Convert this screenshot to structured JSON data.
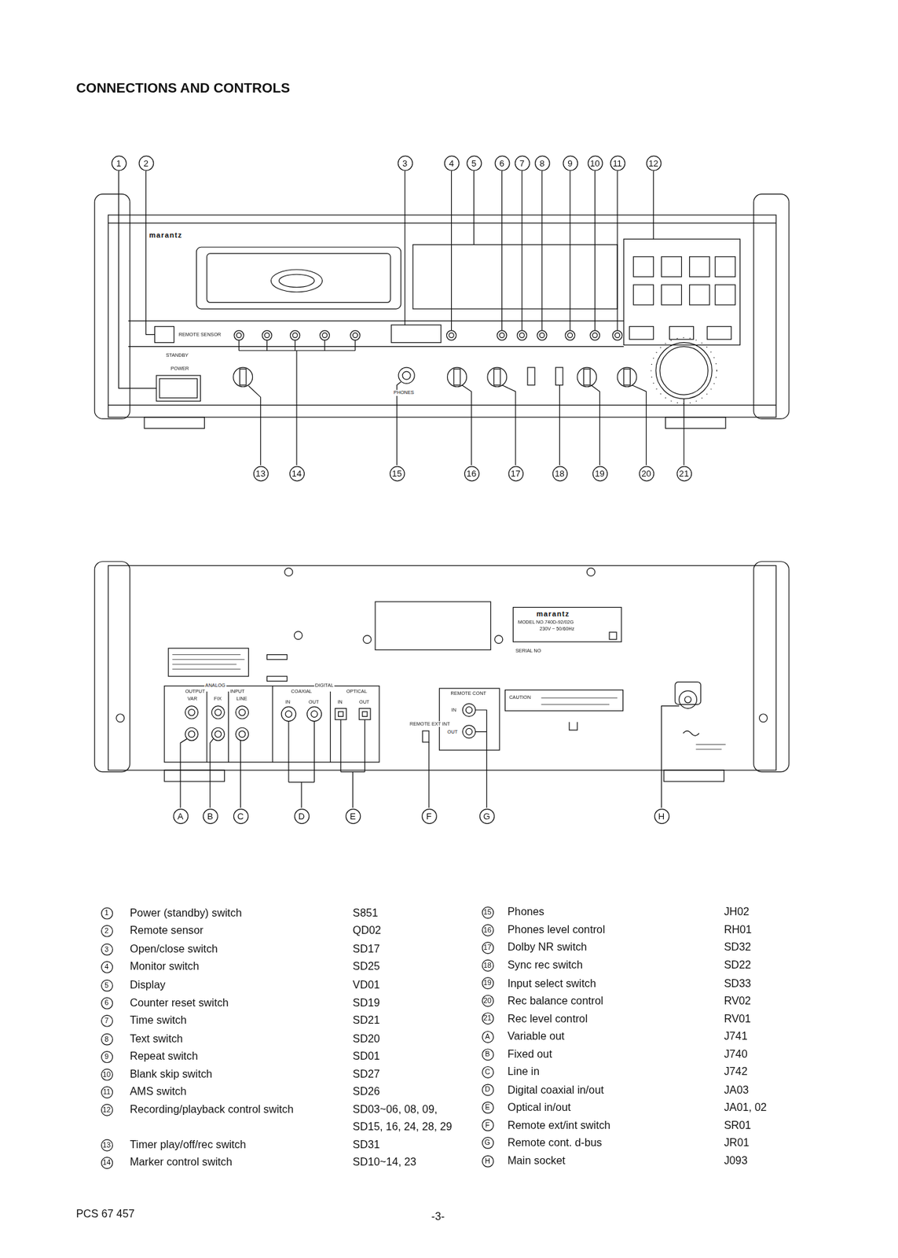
{
  "diagram": {
    "title": "CONNECTIONS AND CONTROLS",
    "labels": [
      "1",
      "2",
      "3",
      "4",
      "5",
      "6",
      "7",
      "8",
      "9",
      "10",
      "11",
      "12",
      "13",
      "14",
      "15",
      "16",
      "17",
      "18",
      "19",
      "20",
      "21",
      "marantz",
      "POWER",
      "REMOTE SENSOR",
      "STANDBY",
      "PHONES",
      "marantz",
      "MODEL NO.740D-92/02G",
      "230V ~ 50/60Hz",
      "SERIAL NO",
      "ANALOG",
      "DIGITAL",
      "OUTPUT",
      "INPUT",
      "COAXIAL",
      "OPTICAL",
      "VAR",
      "FIX",
      "LINE",
      "IN",
      "OUT",
      "IN",
      "OUT",
      "REMOTE CONT",
      "IN",
      "OUT",
      "REMOTE EXT INT",
      "CAUTION",
      "A",
      "B",
      "C",
      "D",
      "E",
      "F",
      "G",
      "H",
      "1",
      "Power (standby) switch",
      "S851",
      "2",
      "Remote sensor",
      "QD02",
      "3",
      "Open/close switch",
      "SD17",
      "4",
      "Monitor switch",
      "SD25",
      "5",
      "Display",
      "VD01",
      "6",
      "Counter reset switch",
      "SD19",
      "7",
      "Time switch",
      "SD21",
      "8",
      "Text switch",
      "SD20",
      "9",
      "Repeat switch",
      "SD01",
      "10",
      "Blank skip switch",
      "SD27",
      "11",
      "AMS switch",
      "SD26",
      "12",
      "Recording/playback control switch",
      "SD03~06, 08, 09,",
      "SD15, 16, 24, 28, 29",
      "13",
      "Timer play/off/rec switch",
      "SD31",
      "14",
      "Marker control switch",
      "SD10~14, 23",
      "15",
      "Phones",
      "JH02",
      "16",
      "Phones level control",
      "RH01",
      "17",
      "Dolby NR switch",
      "SD32",
      "18",
      "Sync rec switch",
      "SD22",
      "19",
      "Input select switch",
      "SD33",
      "20",
      "Rec balance control",
      "RV02",
      "21",
      "Rec level control",
      "RV01",
      "A",
      "Variable out",
      "J741",
      "B",
      "Fixed out",
      "J740",
      "C",
      "Line in",
      "J742",
      "D",
      "Digital coaxial in/out",
      "JA03",
      "E",
      "Optical in/out",
      "JA01, 02",
      "F",
      "Remote ext/int switch",
      "SR01",
      "G",
      "Remote cont. d-bus",
      "JR01",
      "H",
      "Main socket",
      "J093",
      "PCS 67 457",
      "-3-"
    ]
  }
}
